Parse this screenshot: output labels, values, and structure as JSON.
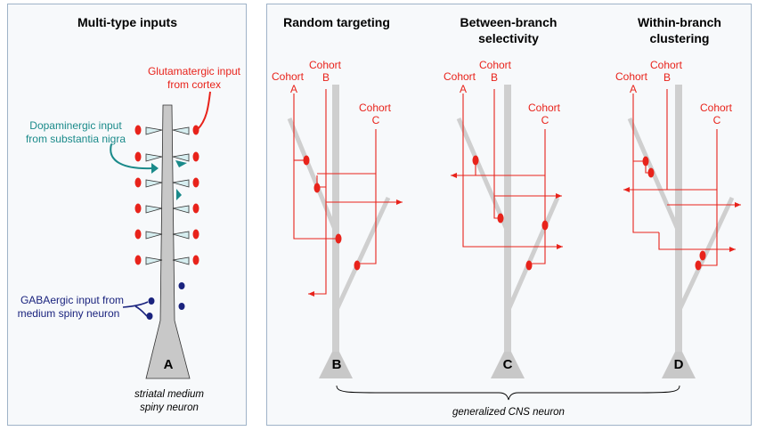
{
  "panel_a": {
    "title": "Multi-type inputs",
    "glutamatergic": [
      "Glutamatergic input",
      "from cortex"
    ],
    "dopaminergic": [
      "Dopaminergic input",
      "from substantia nigra"
    ],
    "gabaergic": [
      "GABAergic input from",
      "medium spiny neuron"
    ],
    "letter": "A",
    "caption": [
      "striatal medium",
      "spiny neuron"
    ]
  },
  "panel_b": {
    "title": "Random targeting",
    "cohort_a": [
      "Cohort",
      "A"
    ],
    "cohort_b": [
      "Cohort",
      "B"
    ],
    "cohort_c": [
      "Cohort",
      "C"
    ],
    "letter": "B"
  },
  "panel_c": {
    "title": [
      "Between-branch",
      "selectivity"
    ],
    "cohort_a": [
      "Cohort",
      "A"
    ],
    "cohort_b": [
      "Cohort",
      "B"
    ],
    "cohort_c": [
      "Cohort",
      "C"
    ],
    "letter": "C"
  },
  "panel_d": {
    "title": [
      "Within-branch",
      "clustering"
    ],
    "cohort_a": [
      "Cohort",
      "A"
    ],
    "cohort_b": [
      "Cohort",
      "B"
    ],
    "cohort_c": [
      "Cohort",
      "C"
    ],
    "letter": "D"
  },
  "bottom_caption": "generalized CNS neuron",
  "colors": {
    "glutamatergic": "#e8231b",
    "dopaminergic": "#1a8a8a",
    "gabaergic": "#1a237e",
    "dendrite": "#cccccc"
  }
}
